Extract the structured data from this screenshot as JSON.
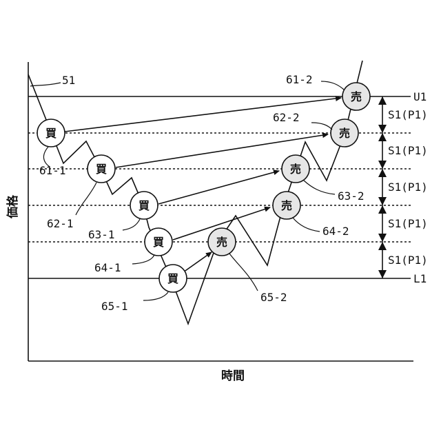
{
  "axes": {
    "y_label": "価格",
    "x_label": "時間"
  },
  "price_line_label": "51",
  "upper_line_label": "U1",
  "lower_line_label": "L1",
  "interval_label": "S1(P1)",
  "buy_text": "買",
  "sell_text": "売",
  "pairs": [
    {
      "buy_label": "61-1",
      "sell_label": "61-2"
    },
    {
      "buy_label": "62-1",
      "sell_label": "62-2"
    },
    {
      "buy_label": "63-1",
      "sell_label": "63-2"
    },
    {
      "buy_label": "64-1",
      "sell_label": "64-2"
    },
    {
      "buy_label": "65-1",
      "sell_label": "65-2"
    }
  ]
}
